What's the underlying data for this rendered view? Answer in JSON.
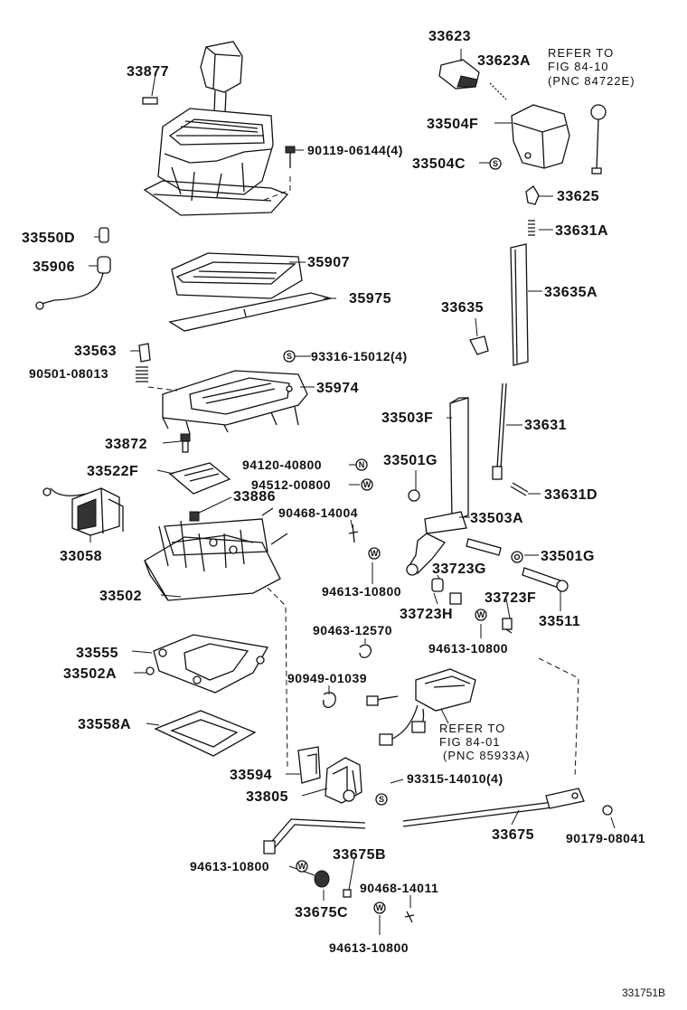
{
  "labels": {
    "p33623": "33623",
    "p33623A": "33623A",
    "p33877": "33877",
    "p33504F": "33504F",
    "p90119": "90119-06144(4)",
    "p33504C": "33504C",
    "p33625": "33625",
    "p33631A": "33631A",
    "p33550D": "33550D",
    "p35906": "35906",
    "p35907": "35907",
    "p35975": "35975",
    "p33635A": "33635A",
    "p33635": "33635",
    "p33563": "33563",
    "p93316": "93316-15012(4)",
    "p90501": "90501-08013",
    "p35974": "35974",
    "p33503F": "33503F",
    "p33631": "33631",
    "p33872": "33872",
    "p94120": "94120-40800",
    "p33501G_a": "33501G",
    "p33522F": "33522F",
    "p94512": "94512-00800",
    "p33631D": "33631D",
    "p33886": "33886",
    "p90468_a": "90468-14004",
    "p33503A": "33503A",
    "p33058": "33058",
    "p33501G_b": "33501G",
    "p33723G": "33723G",
    "p94613_a": "94613-10800",
    "p33502": "33502",
    "p33723F": "33723F",
    "p33723H": "33723H",
    "p33511": "33511",
    "p90463": "90463-12570",
    "p94613_b": "94613-10800",
    "p33555": "33555",
    "p33502A": "33502A",
    "p90949": "90949-01039",
    "p33558A": "33558A",
    "p33594": "33594",
    "p93315": "93315-14010(4)",
    "p33805": "33805",
    "p33675": "33675",
    "p90179": "90179-08041",
    "p33675B": "33675B",
    "p94613_c": "94613-10800",
    "p90468_b": "90468-14011",
    "p33675C": "33675C",
    "p94613_d": "94613-10800"
  },
  "references": {
    "ref1": {
      "line1": "REFER TO",
      "line2": "FIG 84-10",
      "line3": "(PNC 84722E)"
    },
    "ref2": {
      "line1": "REFER TO",
      "line2": "FIG 84-01",
      "line3": "(PNC 85933A)"
    }
  },
  "badges": {
    "s": "S",
    "n": "N",
    "w": "W"
  },
  "figure_id": "331751B"
}
